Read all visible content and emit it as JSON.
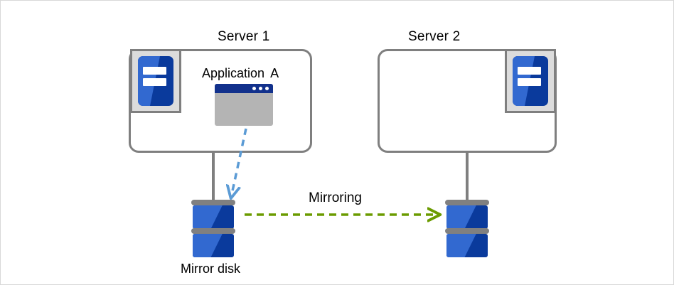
{
  "diagram": {
    "title_hidden": true,
    "background": "#ffffff",
    "border_color": "#d8d8d8",
    "colors": {
      "server_border": "#7f7f7f",
      "machine_icon_bg": "#dcdcdc",
      "machine_blue_dark": "#0a3a9c",
      "machine_blue_light": "#3269d0",
      "app_titlebar": "#12318c",
      "app_body": "#b4b4b4",
      "disk_plate": "#808080",
      "mirroring_arrow": "#6b9b00",
      "write_arrow": "#5b9bd5",
      "text": "#000000"
    }
  },
  "servers": [
    {
      "id": "server1",
      "caption": "Server 1",
      "machine_icon": "server-machine-icon",
      "machine_icon_position": "left",
      "application": {
        "label_part1": "Application",
        "label_part2": "A",
        "window_icon": "application-window-icon",
        "titlebar_dots": 3
      }
    },
    {
      "id": "server2",
      "caption": "Server 2",
      "machine_icon": "server-machine-icon",
      "machine_icon_position": "right",
      "application": null
    }
  ],
  "disks": [
    {
      "id": "disk1",
      "label": "Mirror disk",
      "icon": "disk-stack-icon"
    },
    {
      "id": "disk2",
      "label": "",
      "icon": "disk-stack-icon"
    }
  ],
  "arrows": [
    {
      "id": "write-arrow",
      "label": "",
      "style": "dashed",
      "color": "#5b9bd5",
      "from": "application-a-window",
      "to": "mirror-disk-1"
    },
    {
      "id": "mirroring-arrow",
      "label": "Mirroring",
      "style": "dashed",
      "color": "#6b9b00",
      "from": "mirror-disk-1",
      "to": "mirror-disk-2"
    }
  ]
}
